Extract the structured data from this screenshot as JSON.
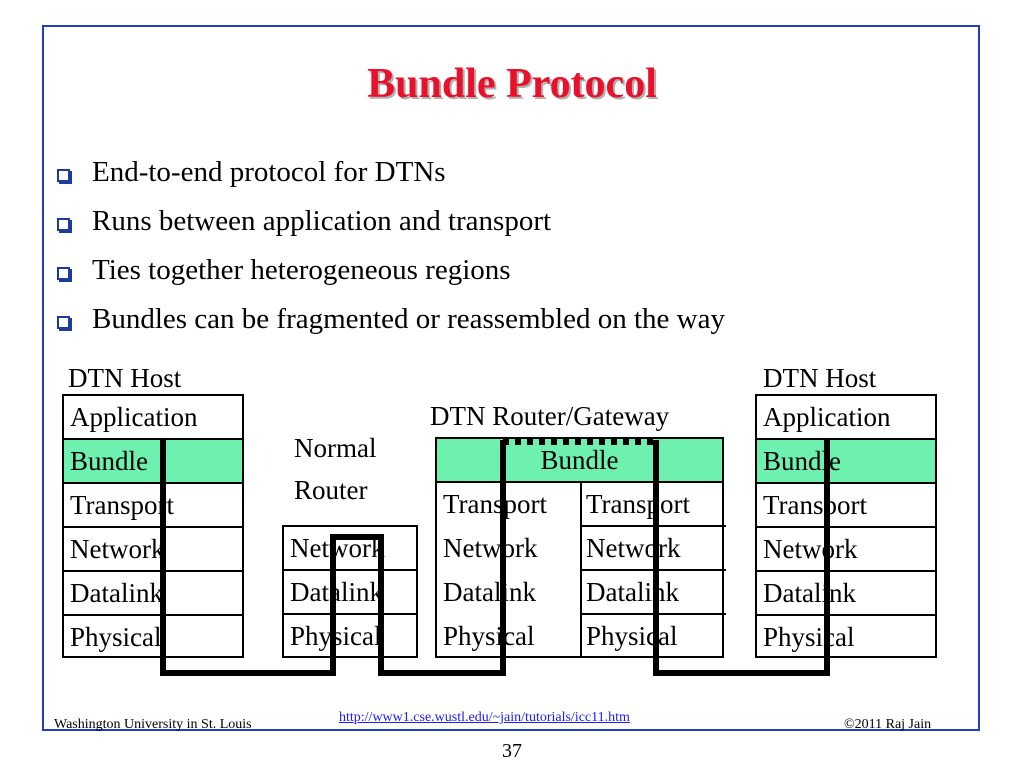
{
  "title": "Bundle Protocol",
  "bullets": [
    "End-to-end protocol for DTNs",
    "Runs between application and transport",
    "Ties together heterogeneous regions",
    "Bundles can be fragmented or reassembled on the way"
  ],
  "diagram": {
    "left_host_label": "DTN Host",
    "right_host_label": "DTN Host",
    "router_label_line1": "Normal",
    "router_label_line2": "Router",
    "gateway_label": "DTN Router/Gateway",
    "layers": {
      "application": "Application",
      "bundle": "Bundle",
      "transport": "Transport",
      "network": "Network",
      "datalink": "Datalink",
      "physical": "Physical"
    },
    "colors": {
      "bundle_fill": "#6ef0ae",
      "path_stroke": "#000000"
    }
  },
  "footer": {
    "left": "Washington University in St. Louis",
    "link": "http://www1.cse.wustl.edu/~jain/tutorials/icc11.htm",
    "right": "©2011 Raj Jain",
    "page_number": "37"
  },
  "colors": {
    "title": "#e8102a",
    "frame": "#1f3fbf",
    "link": "#1a1aff"
  }
}
